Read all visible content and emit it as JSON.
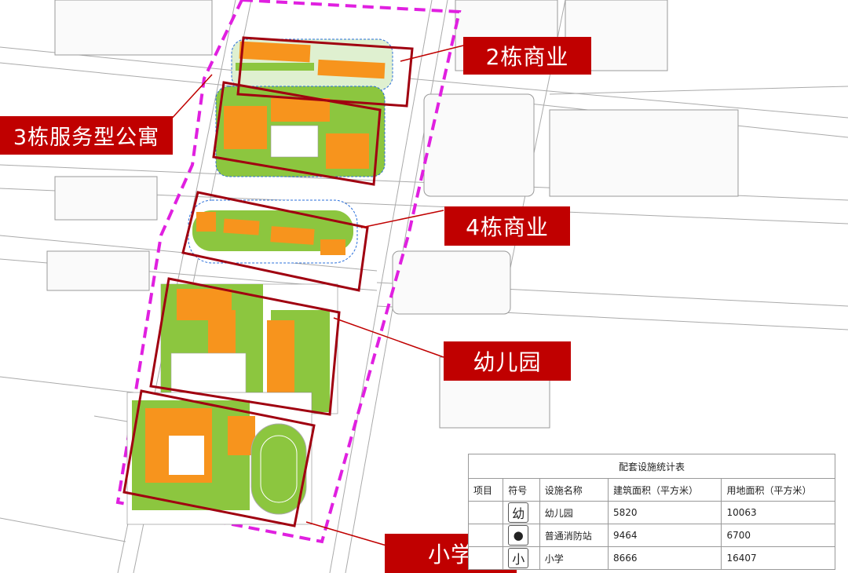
{
  "callouts": {
    "c2": "2栋商业",
    "c3": "3栋服务型公寓",
    "c4": "4栋商业",
    "kindergarten": "幼儿园",
    "primary": "小学"
  },
  "table": {
    "title": "配套设施统计表",
    "headers": [
      "项目",
      "符号",
      "设施名称",
      "建筑面积（平方米）",
      "用地面积（平方米）"
    ],
    "rows": [
      {
        "symbol": "幼",
        "name": "幼儿园",
        "building_area": "5820",
        "land_area": "10063"
      },
      {
        "symbol": "●",
        "name": "普通消防站",
        "building_area": "9464",
        "land_area": "6700"
      },
      {
        "symbol": "小",
        "name": "小学",
        "building_area": "8666",
        "land_area": "16407"
      }
    ]
  },
  "colors": {
    "callout_bg": "#c00000",
    "highlight_frame": "#a00010",
    "boundary_dashed": "#e020e0",
    "green_space": "#8cc63f",
    "building": "#f7941d"
  }
}
